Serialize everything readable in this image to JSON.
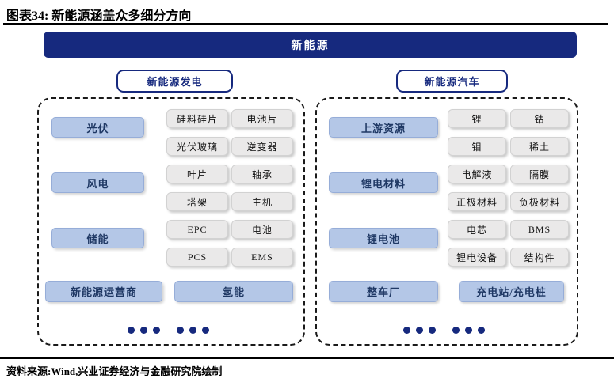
{
  "figure": {
    "title": "图表34: 新能源涵盖众多细分方向",
    "root_label": "新能源",
    "source": "资料来源:Wind,兴业证券经济与金融研究院绘制"
  },
  "colors": {
    "navy": "#16297E",
    "category_fill": "#B4C7E7",
    "category_border": "#96ADD8",
    "category_text": "#1F3864",
    "chip_fill": "#EAE9E9",
    "chip_border": "#D2D2D2"
  },
  "branches": [
    {
      "id": "power-generation",
      "header": "新能源发电",
      "categories": [
        "光伏",
        "风电",
        "储能"
      ],
      "bottom_categories": [
        "新能源运营商",
        "氢能"
      ],
      "chip_rows": [
        [
          "硅料硅片",
          "电池片"
        ],
        [
          "光伏玻璃",
          "逆变器"
        ],
        [
          "叶片",
          "轴承"
        ],
        [
          "塔架",
          "主机"
        ],
        [
          "EPC",
          "电池"
        ],
        [
          "PCS",
          "EMS"
        ]
      ]
    },
    {
      "id": "vehicles",
      "header": "新能源汽车",
      "categories": [
        "上游资源",
        "锂电材料",
        "锂电池"
      ],
      "bottom_categories": [
        "整车厂",
        "充电站/充电桩"
      ],
      "chip_rows": [
        [
          "锂",
          "钴"
        ],
        [
          "钼",
          "稀土"
        ],
        [
          "电解液",
          "隔膜"
        ],
        [
          "正极材料",
          "负极材料"
        ],
        [
          "电芯",
          "BMS"
        ],
        [
          "锂电设备",
          "结构件"
        ]
      ]
    }
  ]
}
